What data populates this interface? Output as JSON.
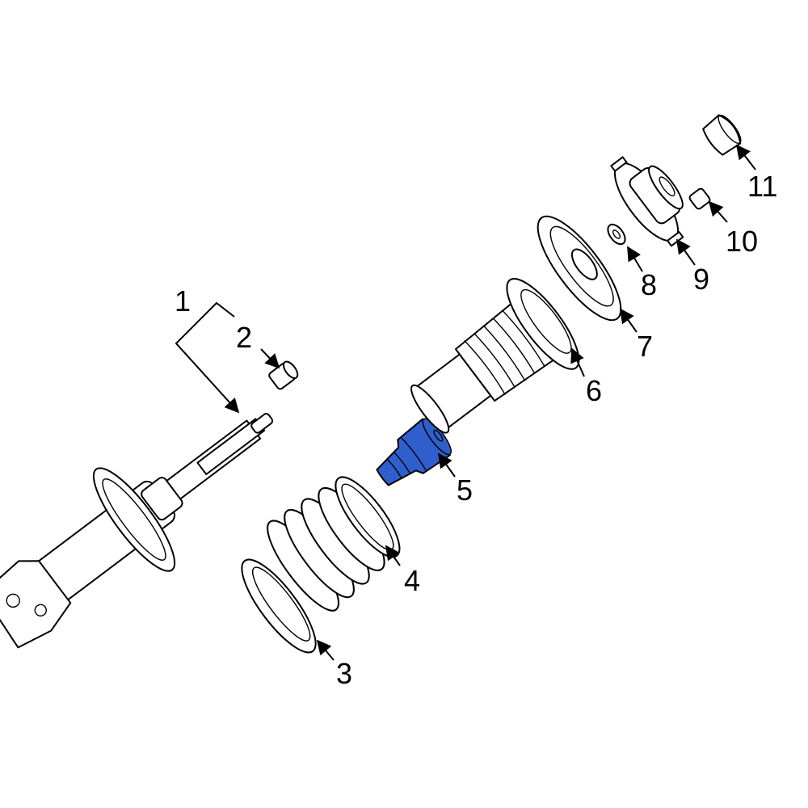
{
  "diagram": {
    "highlight_color": "#2f5fcc",
    "highlighted_part": "5",
    "callouts": [
      {
        "label": "1",
        "part": "strut-assembly"
      },
      {
        "label": "2",
        "part": "nut"
      },
      {
        "label": "3",
        "part": "lower-spring-seat"
      },
      {
        "label": "4",
        "part": "coil-spring"
      },
      {
        "label": "5",
        "part": "bump-stop"
      },
      {
        "label": "6",
        "part": "dust-boot"
      },
      {
        "label": "7",
        "part": "upper-spring-seat"
      },
      {
        "label": "8",
        "part": "washer"
      },
      {
        "label": "9",
        "part": "strut-mount"
      },
      {
        "label": "10",
        "part": "nut"
      },
      {
        "label": "11",
        "part": "cap"
      }
    ]
  }
}
